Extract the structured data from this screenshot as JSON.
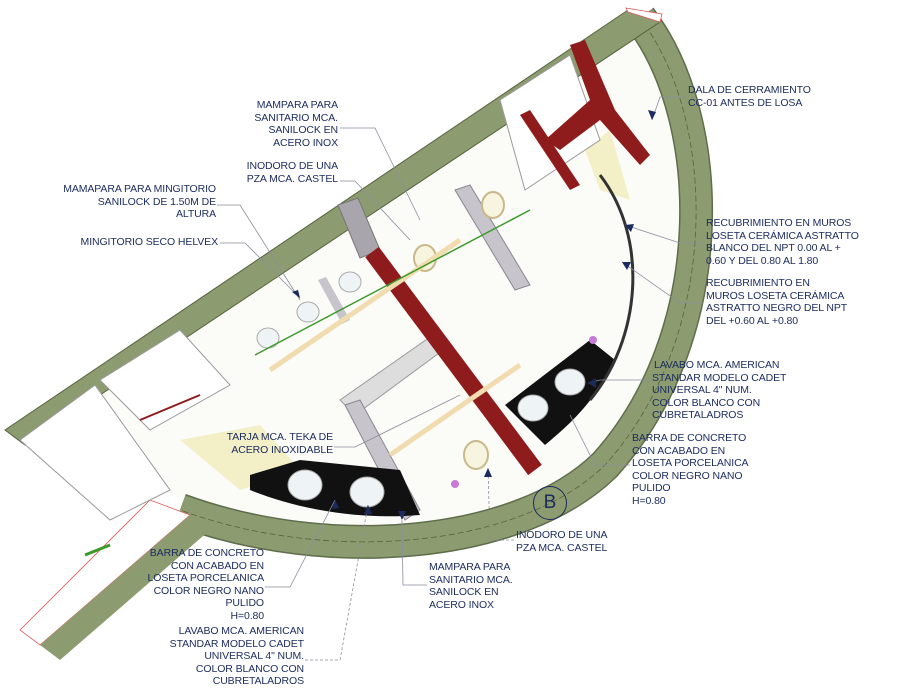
{
  "labels": {
    "mampara_top": [
      "MAMPARA PARA",
      "SANITARIO MCA.",
      "SANILOCK EN",
      "ACERO INOX"
    ],
    "inodoro_top": [
      "INODORO DE UNA",
      "PZA MCA. CASTEL"
    ],
    "mampara_mingitorio": [
      "MAMAPARA PARA MINGITORIO",
      "SANILOCK DE 1.50M DE",
      "ALTURA"
    ],
    "mingitorio": [
      "MINGITORIO SECO HELVEX"
    ],
    "dala": [
      "DALA DE CERRAMIENTO",
      "CC-01 ANTES DE LOSA"
    ],
    "recubrimiento_blanco": [
      "RECUBRIMIENTO EN MUROS",
      "LOSETA CERÁMICA ASTRATTO",
      "BLANCO DEL NPT 0.00 AL +",
      "0.60 Y DEL 0.80 AL 1.80"
    ],
    "recubrimiento_negro": [
      "RECUBRIMIENTO EN",
      "MUROS LOSETA CERÁMICA",
      "ASTRATTO NEGRO DEL NPT",
      "DEL +0.60 AL +0.80"
    ],
    "lavabo_right": [
      "LAVABO MCA. AMERICAN",
      "STANDAR MODELO CADET",
      "UNIVERSAL 4\" NUM.",
      "COLOR BLANCO CON",
      "CUBRETALADROS"
    ],
    "barra_right": [
      "BARRA DE CONCRETO",
      "CON ACABADO EN",
      "LOSETA PORCELANICA",
      "COLOR NEGRO NANO",
      "PULIDO",
      "H=0.80"
    ],
    "inodoro_bottom": [
      "INODORO DE UNA",
      "PZA MCA. CASTEL"
    ],
    "mampara_bottom": [
      "MAMPARA PARA",
      "SANITARIO MCA.",
      "SANILOCK EN",
      "ACERO INOX"
    ],
    "tarja": [
      "TARJA MCA. TEKA DE",
      "ACERO INOXIDABLE"
    ],
    "barra_left": [
      "BARRA DE CONCRETO",
      "CON ACABADO EN",
      "LOSETA PORCELANICA",
      "COLOR NEGRO NANO",
      "PULIDO",
      "H=0.80"
    ],
    "lavabo_left": [
      "LAVABO MCA. AMERICAN",
      "STANDAR MODELO CADET",
      "UNIVERSAL 4\" NUM.",
      "COLOR BLANCO CON",
      "CUBRETALADROS"
    ]
  },
  "grid_marker": "B",
  "colors": {
    "wall_green": "#8c9c70",
    "beam_red": "#8e1c1c",
    "counter_black": "#111111",
    "partition_grey": "#c8c4cc",
    "label_navy": "#1b2b5e",
    "floor_yellow": "#f3efc6"
  }
}
